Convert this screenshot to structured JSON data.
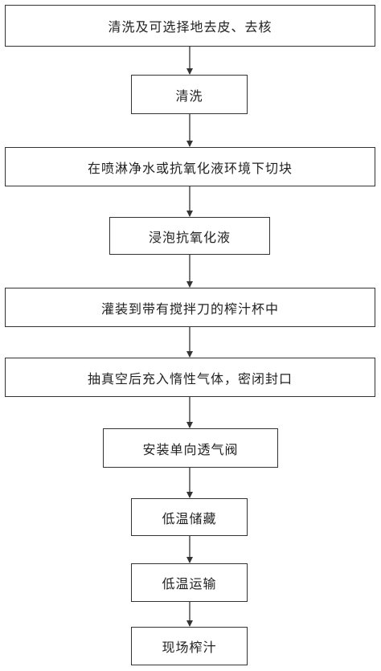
{
  "flowchart": {
    "steps": [
      {
        "id": "step-1",
        "label": "清洗及可选择地去皮、去核"
      },
      {
        "id": "step-2",
        "label": "清洗"
      },
      {
        "id": "step-3",
        "label": "在喷淋净水或抗氧化液环境下切块"
      },
      {
        "id": "step-4",
        "label": "浸泡抗氧化液"
      },
      {
        "id": "step-5",
        "label": "灌装到带有搅拌刀的榨汁杯中"
      },
      {
        "id": "step-6",
        "label": "抽真空后充入惰性气体，密闭封口"
      },
      {
        "id": "step-7",
        "label": "安装单向透气阀"
      },
      {
        "id": "step-8",
        "label": "低温储藏"
      },
      {
        "id": "step-9",
        "label": "低温运输"
      },
      {
        "id": "step-10",
        "label": "现场榨汁"
      }
    ],
    "colors": {
      "line": "#333333",
      "text": "#222222",
      "background": "#ffffff"
    }
  }
}
